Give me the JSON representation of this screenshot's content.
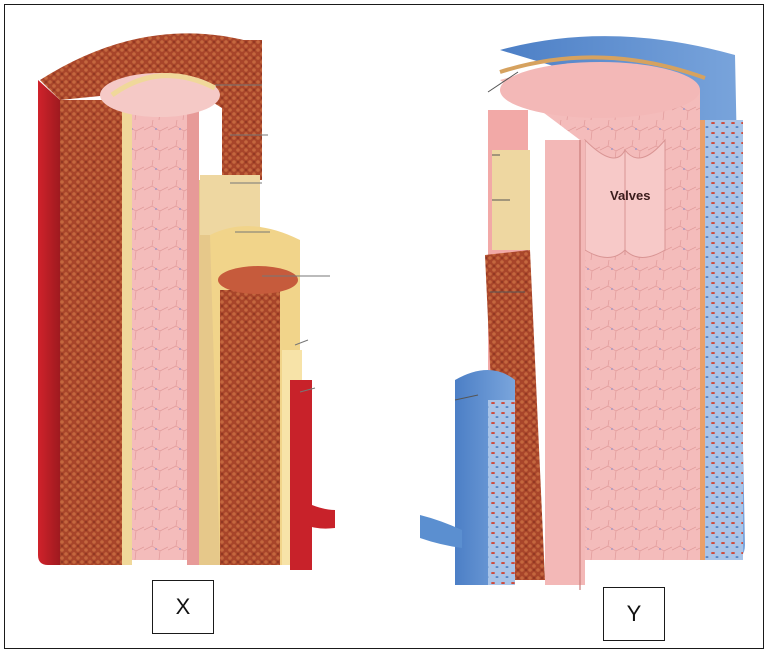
{
  "labels": {
    "x": "X",
    "y": "Y",
    "valves": "Valves"
  },
  "colors": {
    "tunica_externa_artery": "#c8222a",
    "muscle": "#b5532f",
    "endothelium": "#f2b6b4",
    "elastic_layer": "#f0d89a",
    "vein_externa": "#5b8fd0",
    "vein_lumen": "#f5c2c0"
  },
  "icons": {
    "artery": "artery-cross-section-icon",
    "vein": "vein-cross-section-icon"
  }
}
